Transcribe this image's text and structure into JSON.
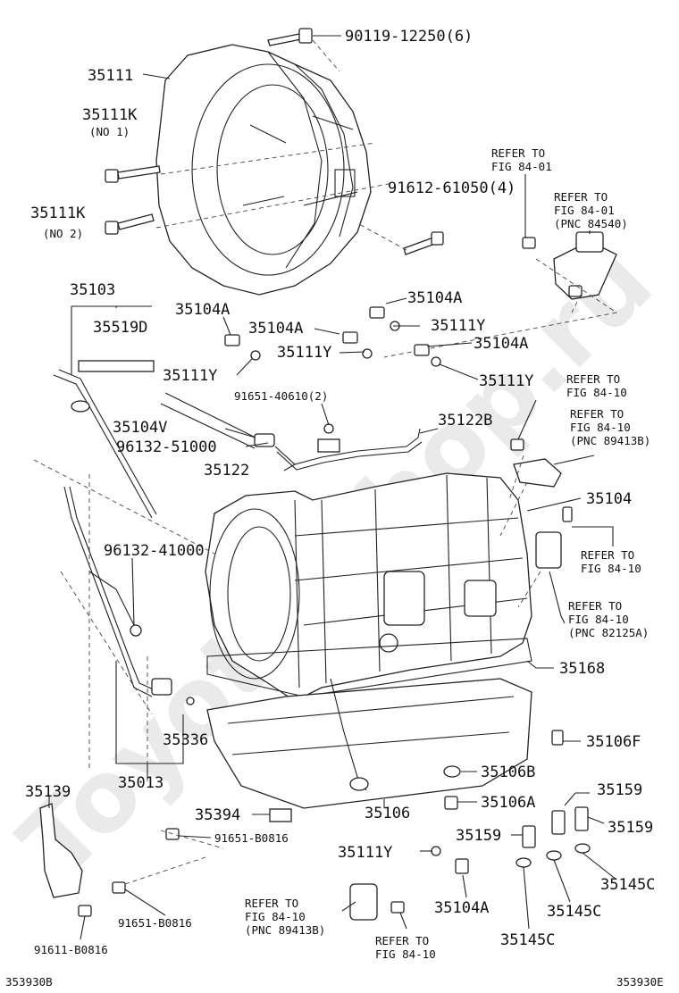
{
  "watermark": "Toyota-Shop.ru",
  "footer": {
    "left": "353930B",
    "right": "353930E"
  },
  "labels": {
    "l_90119": "90119-12250(6)",
    "l_35111": "35111",
    "l_35111K_1": "35111K",
    "l_no1": "(NO 1)",
    "l_35111K_2": "35111K",
    "l_no2": "(NO 2)",
    "l_91612": "91612-61050(4)",
    "l_35103": "35103",
    "l_35519D": "35519D",
    "l_35104A_1": "35104A",
    "l_35104A_2": "35104A",
    "l_35104A_3": "35104A",
    "l_35104A_4": "35104A",
    "l_35111Y_1": "35111Y",
    "l_35111Y_2": "35111Y",
    "l_35111Y_3": "35111Y",
    "l_35111Y_4": "35111Y",
    "l_91651_40610": "91651-40610(2)",
    "l_35122B": "35122B",
    "l_35104V": "35104V",
    "l_96132_51000": "96132-51000",
    "l_35122": "35122",
    "l_35104": "35104",
    "l_96132_41000": "96132-41000",
    "l_35168": "35168",
    "l_35336": "35336",
    "l_35106F": "35106F",
    "l_35106B": "35106B",
    "l_35013": "35013",
    "l_35139": "35139",
    "l_35106A": "35106A",
    "l_35159_1": "35159",
    "l_35159_2": "35159",
    "l_35159_3": "35159",
    "l_35394": "35394",
    "l_35106": "35106",
    "l_91651_B0816_1": "91651-B0816",
    "l_91651_B0816_2": "91651-B0816",
    "l_91611_B0816": "91611-B0816",
    "l_35145C_1": "35145C",
    "l_35145C_2": "35145C",
    "l_35145C_3": "35145C",
    "l_35104A_5": "35104A"
  },
  "refs": {
    "r1": [
      "REFER TO",
      "FIG 84-01"
    ],
    "r2": [
      "REFER TO",
      "FIG 84-01",
      "(PNC 84540)"
    ],
    "r3": [
      "REFER TO",
      "FIG 84-10"
    ],
    "r4": [
      "REFER TO",
      "FIG 84-10",
      "(PNC 89413B)"
    ],
    "r5": [
      "REFER TO",
      "FIG 84-10"
    ],
    "r6": [
      "REFER TO",
      "FIG 84-10",
      "(PNC 82125A)"
    ],
    "r7": [
      "REFER TO",
      "FIG 84-10",
      "(PNC 89413B)"
    ],
    "r8": [
      "REFER TO",
      "FIG 84-10"
    ]
  }
}
